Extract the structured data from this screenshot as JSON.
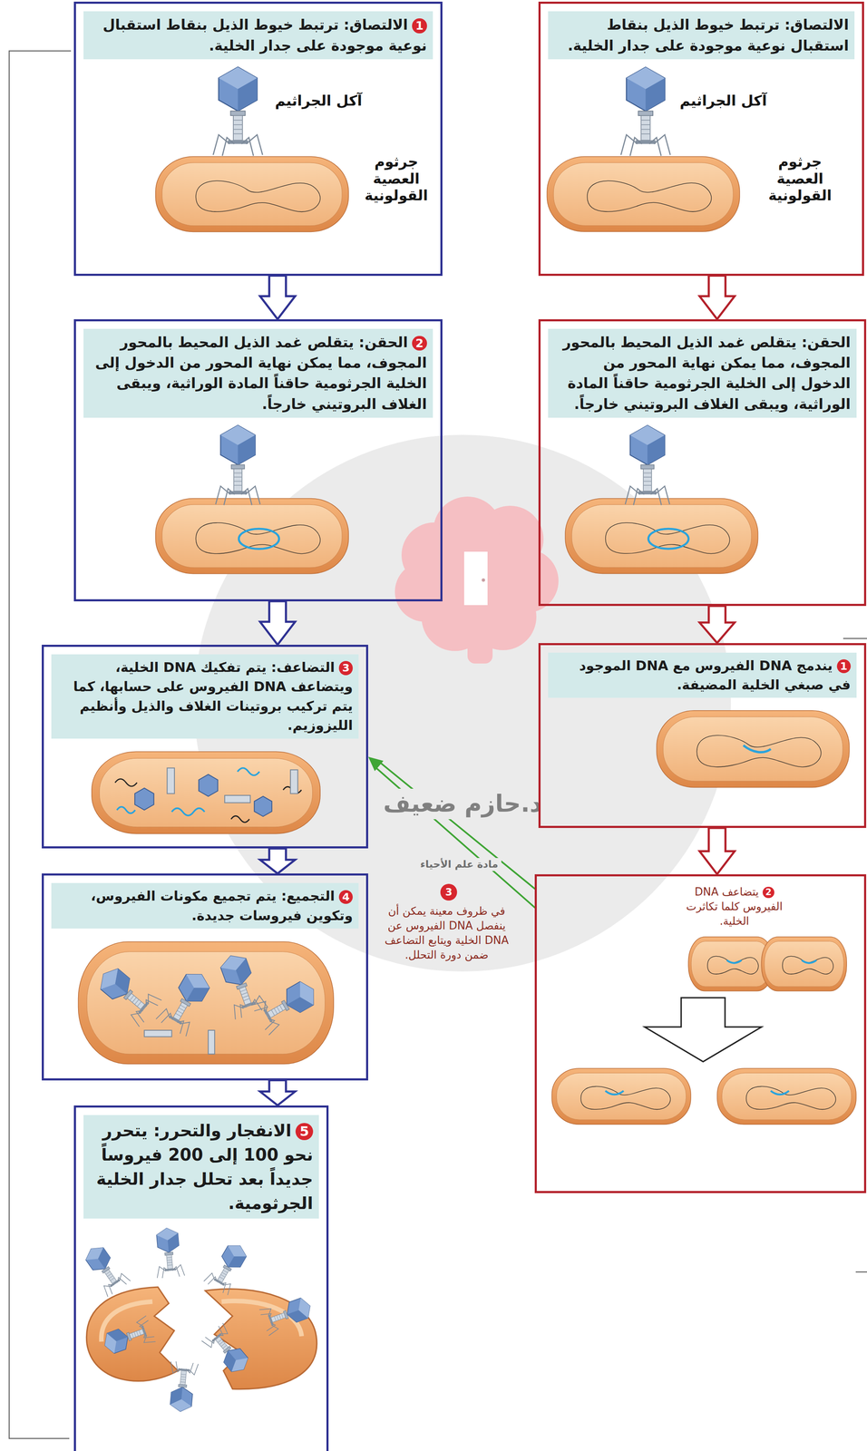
{
  "diagram": {
    "nodes": [
      {
        "text": [
          "1",
          "الالتصاق: ترتبط خيوط الذيل بنقاط استقبال نوعية موجودة على جدار الخلية.",
          "آكل الجراثيم",
          "جرثوم العصية القولونية"
        ]
      },
      {
        "text": [
          "2",
          "الحقن: يتقلص غمد الذيل المحيط بالمحور المجوف، مما يمكن نهاية المحور من الدخول إلى الخلية الجرثومية حاقناً المادة الوراثية، ويبقى الغلاف البروتيني خارجاً."
        ]
      },
      {
        "text": [
          "3",
          "التضاعف: يتم تفكيك DNA الخلية، ويتضاعف DNA الفيروس على حسابها، كما يتم تركيب بروتينات الغلاف والذيل وأنظيم الليزوزيم."
        ]
      },
      {
        "text": [
          "4",
          "التجميع: يتم تجميع مكونات الفيروس، وتكوين فيروسات جديدة."
        ]
      },
      {
        "text": [
          "5",
          "الانفجار والتحرر: يتحرر نحو 100 إلى 200 فيروساً جديداً بعد تحلل جدار الخلية الجرثومية."
        ]
      },
      {
        "text": [
          "الالتصاق: ترتبط خيوط الذيل بنقاط استقبال نوعية موجودة على جدار الخلية.",
          "آكل الجراثيم",
          "جرثوم العصية القولونية"
        ]
      },
      {
        "text": [
          "الحقن: يتقلص غمد الذيل المحيط بالمحور المجوف، مما يمكن نهاية المحور من الدخول إلى الخلية الجرثومية حاقناً المادة الوراثية، ويبقى الغلاف البروتيني خارجاً."
        ]
      },
      {
        "text": [
          "1",
          "يندمج DNA الفيروس مع DNA الموجود في صبغي الخلية المضيفة."
        ]
      },
      {
        "text": [
          "2",
          "يتضاعف DNA الفيروس كلما تكاثرت الخلية."
        ]
      }
    ],
    "edges": [
      {
        "from": 0,
        "to": 1,
        "arrow": "to"
      },
      {
        "from": 1,
        "to": 2,
        "arrow": "to"
      },
      {
        "from": 2,
        "to": 3,
        "arrow": "to"
      },
      {
        "from": 3,
        "to": 4,
        "arrow": "to"
      },
      {
        "from": 5,
        "to": 6,
        "arrow": "to"
      },
      {
        "from": 6,
        "to": 7,
        "arrow": "to"
      },
      {
        "from": 7,
        "to": 8,
        "arrow": "to"
      },
      {
        "from": 8,
        "to": 2,
        "arrow": "to"
      }
    ],
    "labels": [
      "3",
      "في ظروف معينة يمكن أن ينفصل DNA الفيروس عن DNA الخلية ويتابع التضاعف ضمن دورة التحلل.",
      "د.حازم ضعيف",
      "مادة علم الأحياء"
    ]
  }
}
